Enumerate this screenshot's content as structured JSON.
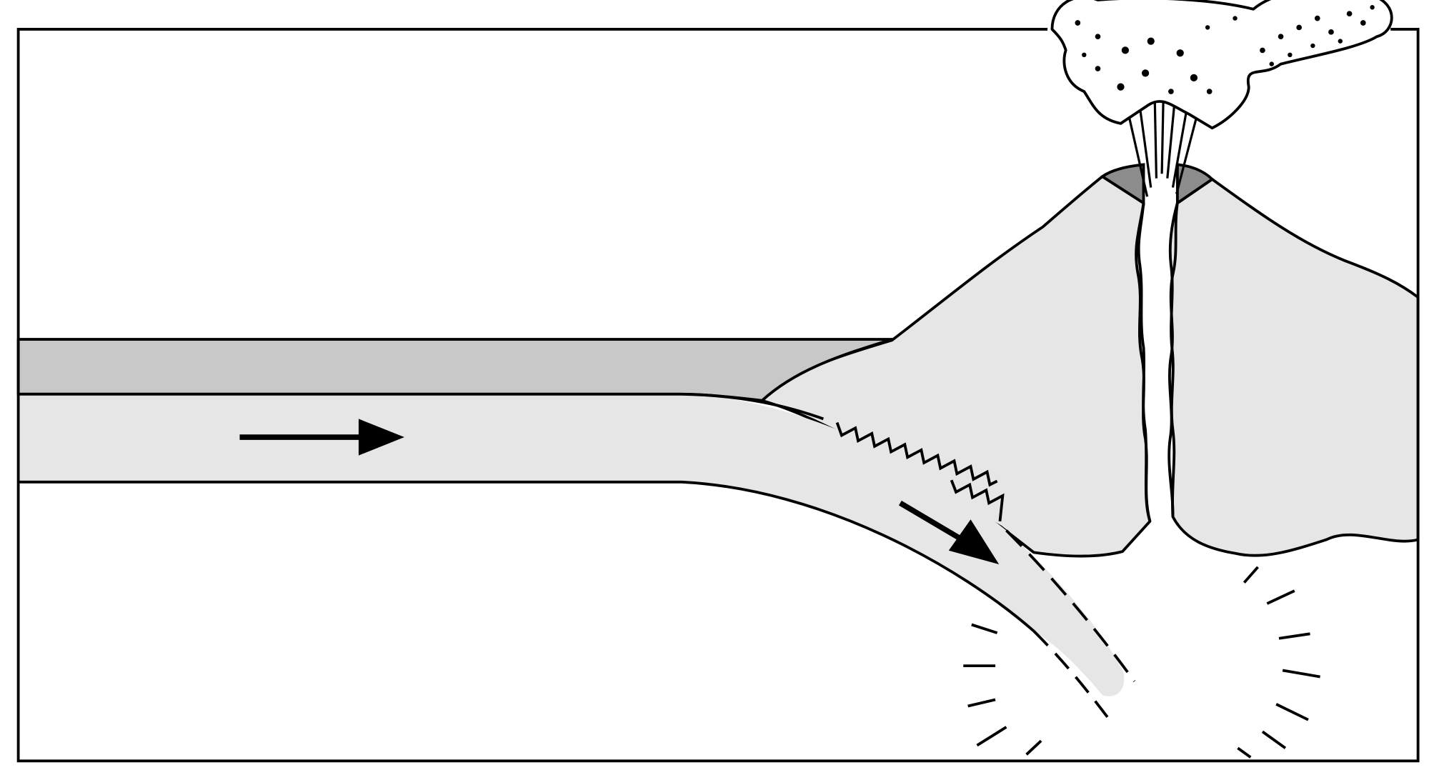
{
  "diagram": {
    "kind": "subduction zone cross-section",
    "elements": [
      "oceanic-crust-layer",
      "subducting-plate",
      "continental-plate",
      "volcano",
      "magma-conduit",
      "crater-rim",
      "eruption-plume",
      "ash-cloud",
      "friction-zone",
      "plate-motion-arrow",
      "subduction-arrow",
      "melting-zone"
    ],
    "colors": {
      "outline": "#000000",
      "background": "#ffffff",
      "crust_layer": "#c8c8c8",
      "plate": "#e6e6e6",
      "crater_rim": "#8c8c8c"
    }
  }
}
